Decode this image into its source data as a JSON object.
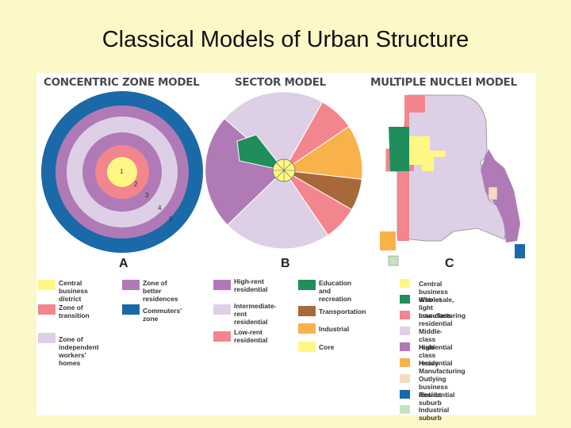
{
  "slide": {
    "title": "Classical Models of Urban Structure"
  },
  "models": [
    {
      "heading": "CONCENTRIC ZONE MODEL",
      "letter": "A"
    },
    {
      "heading": "SECTOR MODEL",
      "letter": "B"
    },
    {
      "heading": "MULTIPLE NUCLEI MODEL",
      "letter": "C"
    }
  ],
  "zone_numbers": [
    "1",
    "2",
    "3",
    "4",
    "5"
  ],
  "legend_a": [
    {
      "label": "Central business\ndistrict",
      "color": "#fff783"
    },
    {
      "label": "Zone of better\nresidences",
      "color": "#b07ab6"
    },
    {
      "label": "Zone of\ntransition",
      "color": "#f2858e"
    },
    {
      "label": "Commuters' zone",
      "color": "#1a69a8"
    },
    {
      "label": "Zone of independent workers' homes",
      "color": "#ddd0e6"
    }
  ],
  "legend_b": [
    {
      "label": "High-rent\nresidential",
      "color": "#b07ab6"
    },
    {
      "label": "Education and\nrecreation",
      "color": "#1f8e5a"
    },
    {
      "label": "Intermediate-\nrent residential",
      "color": "#ddd0e6"
    },
    {
      "label": "Transportation",
      "color": "#a8683a"
    },
    {
      "label": "Low-rent\nresidential",
      "color": "#f2858e"
    },
    {
      "label": "Industrial",
      "color": "#f9b24a"
    },
    {
      "label": "Core",
      "color": "#fff783"
    }
  ],
  "legend_c": [
    {
      "label": "Central business district",
      "color": "#fff783"
    },
    {
      "label": "Wholesale, light manufacturing",
      "color": "#1f8e5a"
    },
    {
      "label": "Low-class residential",
      "color": "#f2858e"
    },
    {
      "label": "Middle-class residential",
      "color": "#ddd0e6"
    },
    {
      "label": "High-class residential",
      "color": "#b07ab6"
    },
    {
      "label": "Heavy Manufacturing",
      "color": "#f9b24a"
    },
    {
      "label": "Outlying business district",
      "color": "#f3dcc2"
    },
    {
      "label": "Residential suburb",
      "color": "#1a69a8"
    },
    {
      "label": "Industrial suburb",
      "color": "#c5e3bf"
    }
  ]
}
